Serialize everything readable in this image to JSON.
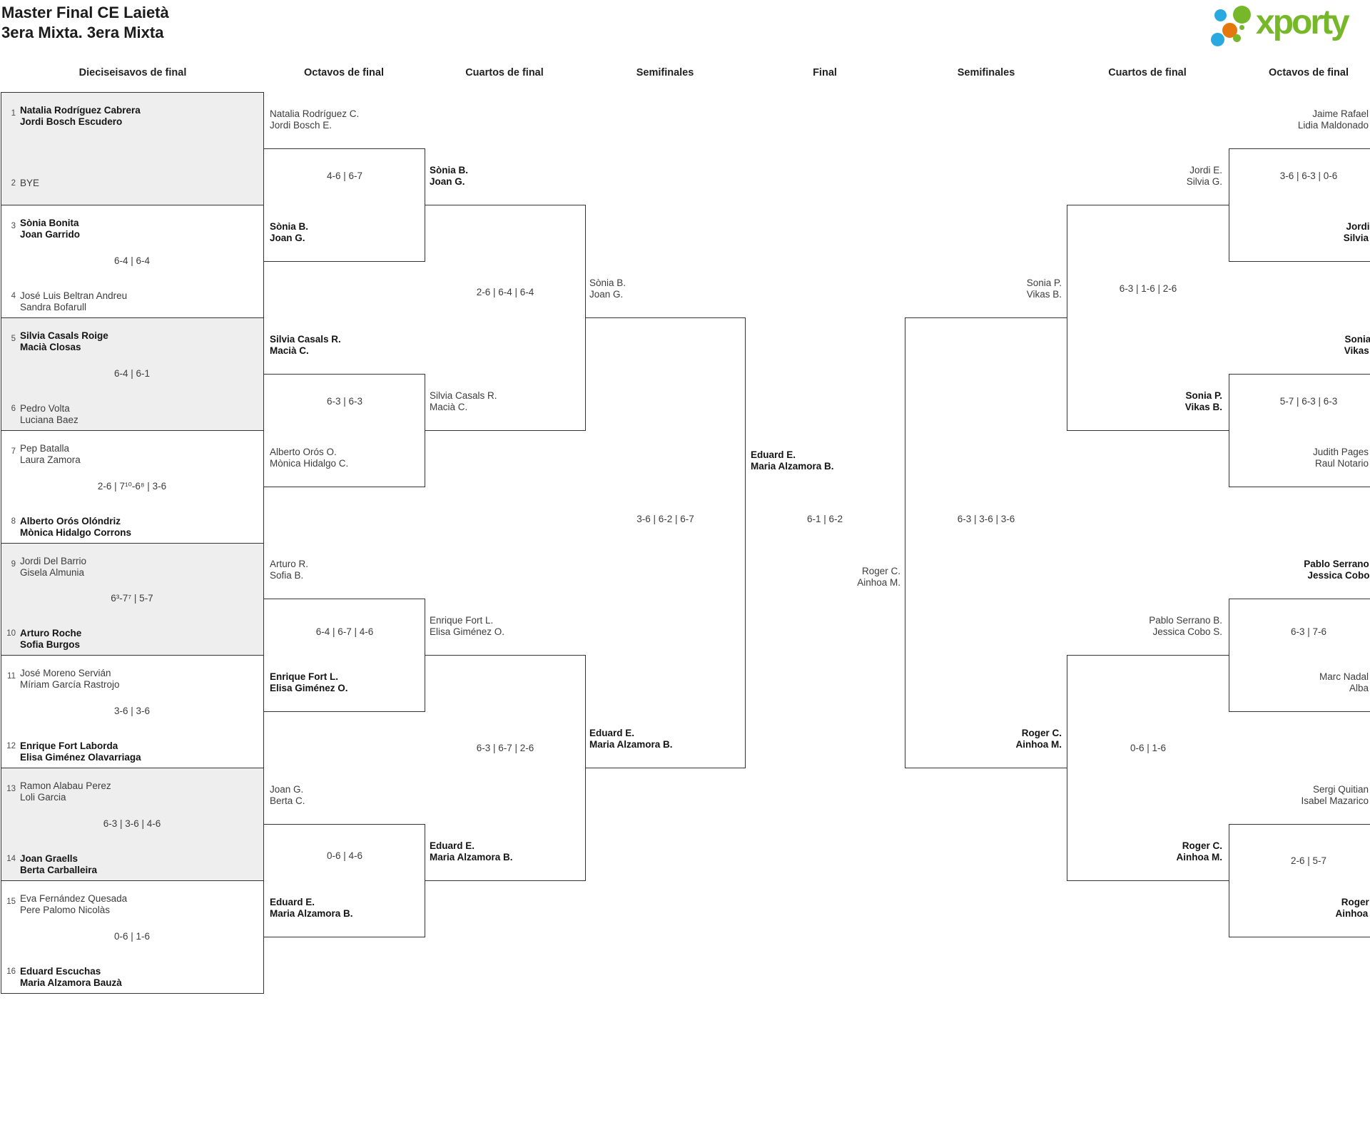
{
  "meta": {
    "title1": "Master Final CE Laietà",
    "title2": "3era Mixta. 3era Mixta"
  },
  "logo": {
    "brand": "xporty",
    "green": "#77b82b",
    "blue": "#2aa9e0",
    "orange": "#e5780c"
  },
  "headers": [
    "Dieciseisavos de final",
    "Octavos de final",
    "Cuartos de final",
    "Semifinales",
    "Final",
    "Semifinales",
    "Cuartos de final",
    "Octavos de final"
  ],
  "r16": [
    {
      "seed_a": "1",
      "a1": "Natalia Rodríguez Cabrera",
      "a2": "Jordi Bosch Escudero",
      "seed_b": "2",
      "b1": "BYE",
      "b2": "",
      "score": ""
    },
    {
      "seed_a": "3",
      "a1": "Sònia Bonita",
      "a2": "Joan Garrido",
      "seed_b": "4",
      "b1": "José Luis Beltran Andreu",
      "b2": "Sandra Bofarull",
      "score": "6-4 | 6-4"
    },
    {
      "seed_a": "5",
      "a1": "Silvia Casals Roige",
      "a2": "Macià Closas",
      "seed_b": "6",
      "b1": "Pedro Volta",
      "b2": "Luciana Baez",
      "score": "6-4 | 6-1"
    },
    {
      "seed_a": "7",
      "a1": "Pep Batalla",
      "a2": "Laura Zamora",
      "seed_b": "8",
      "b1": "Alberto Orós Olóndriz",
      "b2": "Mònica Hidalgo Corrons",
      "score": "2-6 | 7¹⁰-6⁸ | 3-6"
    },
    {
      "seed_a": "9",
      "a1": "Jordi Del Barrio",
      "a2": "Gisela Almunia",
      "seed_b": "10",
      "b1": "Arturo Roche",
      "b2": "Sofia Burgos",
      "score": "6³-7⁷ | 5-7"
    },
    {
      "seed_a": "11",
      "a1": "José Moreno Servián",
      "a2": "Míriam García Rastrojo",
      "seed_b": "12",
      "b1": "Enrique Fort Laborda",
      "b2": "Elisa Giménez Olavarriaga",
      "score": "3-6 | 3-6"
    },
    {
      "seed_a": "13",
      "a1": "Ramon Alabau Perez",
      "a2": "Loli Garcia",
      "seed_b": "14",
      "b1": "Joan Graells",
      "b2": "Berta Carballeira",
      "score": "6-3 | 3-6 | 4-6"
    },
    {
      "seed_a": "15",
      "a1": "Eva Fernández Quesada",
      "a2": "Pere Palomo Nicolàs",
      "seed_b": "16",
      "b1": "Eduard Escuchas",
      "b2": "Maria Alzamora Bauzà",
      "score": "0-6 | 1-6"
    }
  ],
  "o_left": [
    {
      "a1": "Natalia Rodríguez C.",
      "a2": "Jordi Bosch E.",
      "b1": "Sònia B.",
      "b2": "Joan G.",
      "score": "4-6 | 6-7"
    },
    {
      "a1": "Silvia Casals R.",
      "a2": "Macià C.",
      "b1": "Alberto Orós O.",
      "b2": "Mònica Hidalgo C.",
      "score": "6-3 | 6-3"
    },
    {
      "a1": "Arturo R.",
      "a2": "Sofia B.",
      "b1": "Enrique Fort L.",
      "b2": "Elisa Giménez O.",
      "score": "6-4 | 6-7 | 4-6"
    },
    {
      "a1": "Joan G.",
      "a2": "Berta C.",
      "b1": "Eduard E.",
      "b2": "Maria Alzamora B.",
      "score": "0-6 | 4-6"
    }
  ],
  "c_left": [
    {
      "a1": "Sònia B.",
      "a2": "Joan G.",
      "b1": "Silvia Casals R.",
      "b2": "Macià C.",
      "score": "2-6 | 6-4 | 6-4"
    },
    {
      "a1": "Enrique Fort L.",
      "a2": "Elisa Giménez O.",
      "b1": "Eduard E.",
      "b2": "Maria Alzamora B.",
      "score": "6-3 | 6-7 | 2-6"
    }
  ],
  "s_left": {
    "a1": "Sònia B.",
    "a2": "Joan G.",
    "b1": "Eduard E.",
    "b2": "Maria Alzamora B.",
    "score": "3-6 | 6-2 | 6-7"
  },
  "final": {
    "a1": "Eduard E.",
    "a2": "Maria Alzamora B.",
    "b1": "Roger C.",
    "b2": "Ainhoa M.",
    "score": "6-1 | 6-2"
  },
  "s_right": {
    "a1": "Sonia P.",
    "a2": "Vikas B.",
    "b1": "Roger C.",
    "b2": "Ainhoa M.",
    "score": "6-3 | 3-6 | 3-6"
  },
  "c_right": [
    {
      "a1": "Jordi E.",
      "a2": "Silvia G.",
      "b1": "Sonia P.",
      "b2": "Vikas B.",
      "score": "6-3 | 1-6 | 2-6"
    },
    {
      "a1": "Pablo Serrano B.",
      "a2": "Jessica Cobo S.",
      "b1": "Roger C.",
      "b2": "Ainhoa M.",
      "score": "0-6 | 1-6"
    }
  ],
  "o_right": [
    {
      "a1": "Jaime Rafael",
      "a2": "Lidia Maldonado",
      "b1": "Jordi E.",
      "b2": "Silvia G.",
      "score": "3-6 | 6-3 | 0-6"
    },
    {
      "a1": "Sonia P.",
      "a2": "Vikas B.",
      "b1": "Judith Pages",
      "b2": "Raul Notario",
      "score": "5-7 | 6-3 | 6-3"
    },
    {
      "a1": "Pablo Serrano B.",
      "a2": "Jessica Cobo S.",
      "b1": "Marc Nadal",
      "b2": "Alba",
      "score": "6-3 | 7-6"
    },
    {
      "a1": "Sergi Quitian",
      "a2": "Isabel Mazarico",
      "b1": "Roger C.",
      "b2": "Ainhoa M.",
      "score": "2-6 | 5-7"
    }
  ]
}
